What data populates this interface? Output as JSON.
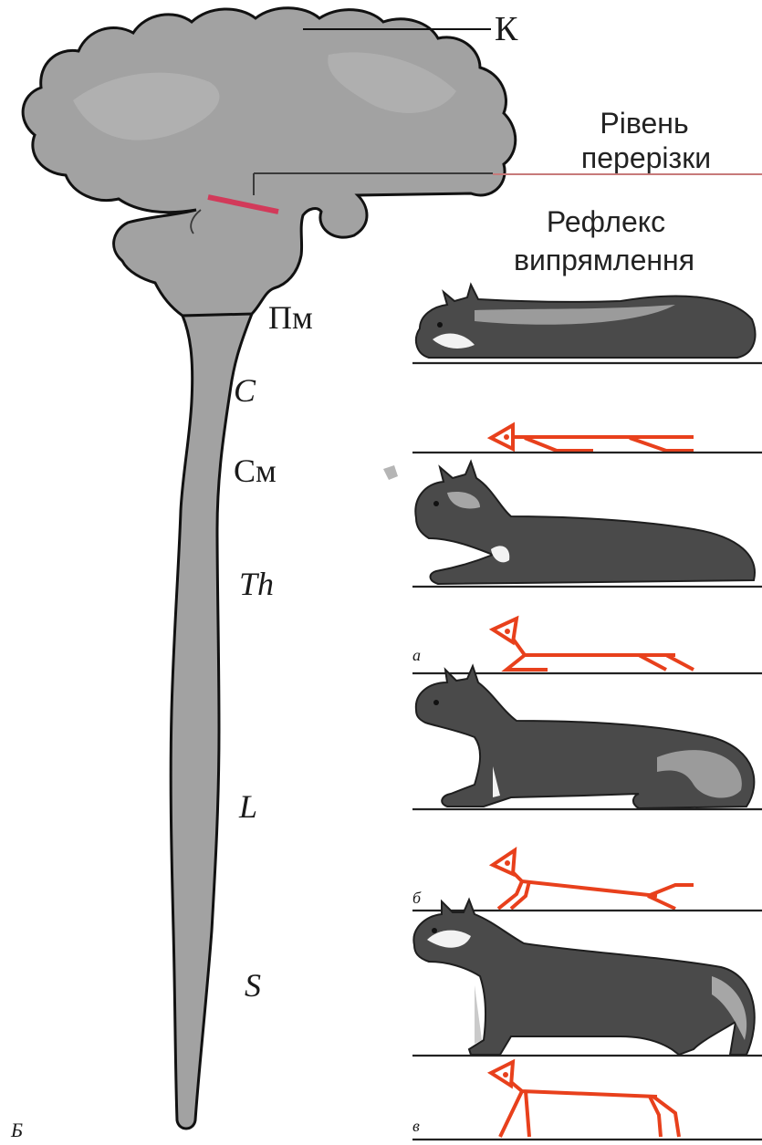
{
  "brain_labels": {
    "cortex": "К",
    "midbrain": "Пм",
    "cervical": "С",
    "medulla": "См",
    "thoracic": "Th",
    "lumbar": "L",
    "sacral": "S",
    "figure_letter": "Б"
  },
  "transection": {
    "line1": "Рівень",
    "line2": "перерізки"
  },
  "reflex": {
    "line1": "Рефлекс",
    "line2": "випрямлення"
  },
  "stage_labels": {
    "a": "а",
    "b": "б",
    "v": "в"
  },
  "colors": {
    "brain_fill": "#9f9f9f",
    "brain_light": "#b8b8b8",
    "transection_line": "#d23a5a",
    "stick_figure": "#e8401c",
    "cat_fur": "#4a4a4a"
  }
}
